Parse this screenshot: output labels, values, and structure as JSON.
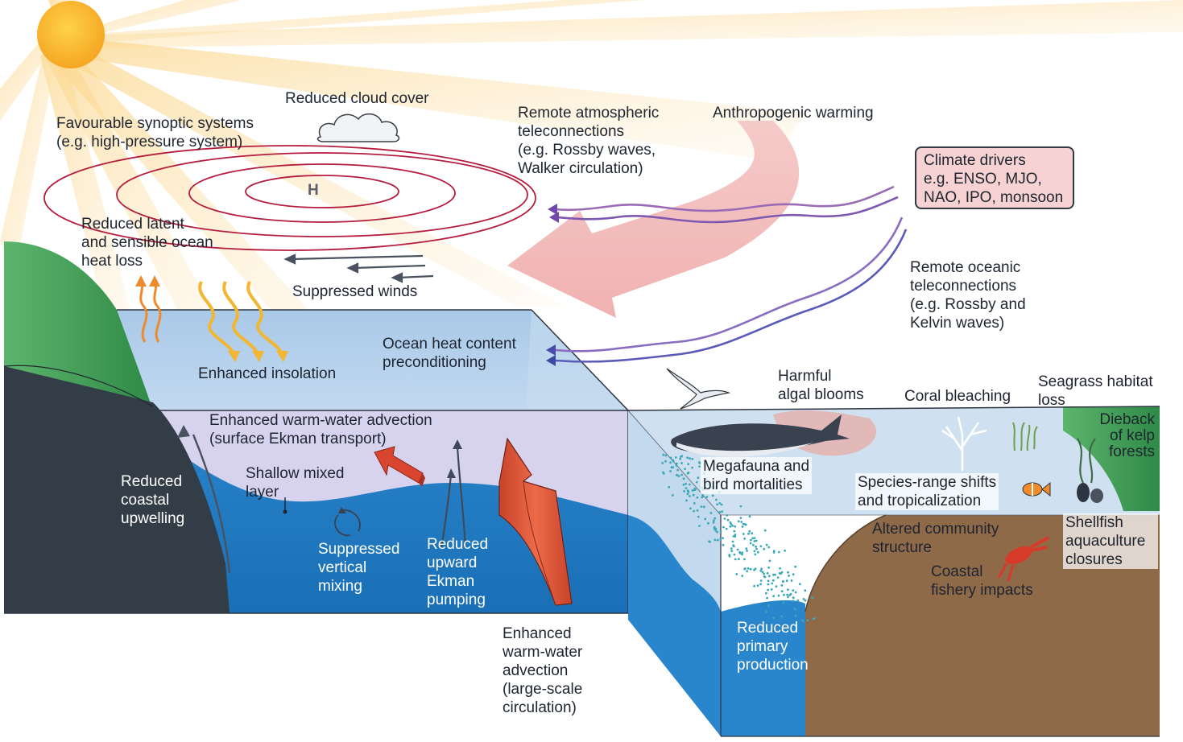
{
  "labels": {
    "favourable_synoptic": [
      "Favourable synoptic systems",
      "(e.g. high-pressure system)"
    ],
    "reduced_cloud_cover": "Reduced cloud cover",
    "remote_atmospheric": [
      "Remote atmospheric",
      "teleconnections",
      "(e.g. Rossby waves,",
      "Walker circulation)"
    ],
    "anthropogenic_warming": "Anthropogenic warming",
    "climate_drivers": [
      "Climate drivers",
      "e.g. ENSO, MJO,",
      "NAO, IPO, monsoon"
    ],
    "high_pressure": "H",
    "reduced_latent": [
      "Reduced latent",
      "and sensible ocean",
      "heat loss"
    ],
    "suppressed_winds": "Suppressed winds",
    "remote_oceanic": [
      "Remote oceanic",
      "teleconnections",
      "(e.g. Rossby and",
      "Kelvin waves)"
    ],
    "enhanced_insolation": "Enhanced insolation",
    "ocean_heat_content": [
      "Ocean heat content",
      "preconditioning"
    ],
    "harmful_algal_blooms": [
      "Harmful",
      "algal blooms"
    ],
    "coral_bleaching": "Coral bleaching",
    "seagrass_habitat_loss": [
      "Seagrass habitat",
      "loss"
    ],
    "dieback_kelp": [
      "Dieback",
      "of kelp",
      "forests"
    ],
    "enhanced_warm_water_surface": [
      "Enhanced warm-water advection",
      "(surface Ekman transport)"
    ],
    "shallow_mixed_layer": [
      "Shallow mixed",
      "layer"
    ],
    "reduced_coastal_upwelling": [
      "Reduced",
      "coastal",
      "upwelling"
    ],
    "megafauna": [
      "Megafauna and",
      "bird mortalities"
    ],
    "species_range_shifts": [
      "Species-range shifts",
      "and tropicalization"
    ],
    "suppressed_vertical_mixing": [
      "Suppressed",
      "vertical",
      "mixing"
    ],
    "reduced_ekman_pumping": [
      "Reduced",
      "upward",
      "Ekman",
      "pumping"
    ],
    "altered_community": [
      "Altered community",
      "structure"
    ],
    "shellfish": [
      "Shellfish",
      "aquaculture",
      "closures"
    ],
    "coastal_fishery": [
      "Coastal",
      "fishery impacts"
    ],
    "enhanced_warm_water_large": [
      "Enhanced",
      "warm-water",
      "advection",
      "(large-scale",
      "circulation)"
    ],
    "reduced_primary_production": [
      "Reduced",
      "primary",
      "production"
    ]
  },
  "colors": {
    "sun": "#f9b52b",
    "ocean_surface": "#aecdea",
    "ocean_deep": "#1f7bc4",
    "mixed_layer": "#d7d3ee",
    "pressure_lines": "#b51d3f",
    "anthropogenic_arrow": "#f2b9b8",
    "drivers_box": "#f6d3d2",
    "land_green": "#3c9a55",
    "land_dark": "#333d47",
    "seabed_brown": "#8e6a49",
    "advection_red": "#e15a3c"
  },
  "icons": [
    "sun-icon",
    "cloud-icon",
    "seabird-icon",
    "whale-icon",
    "coral-icon",
    "seagrass-icon",
    "kelp-icon",
    "fish-icon",
    "shellfish-icon",
    "lobster-icon"
  ]
}
